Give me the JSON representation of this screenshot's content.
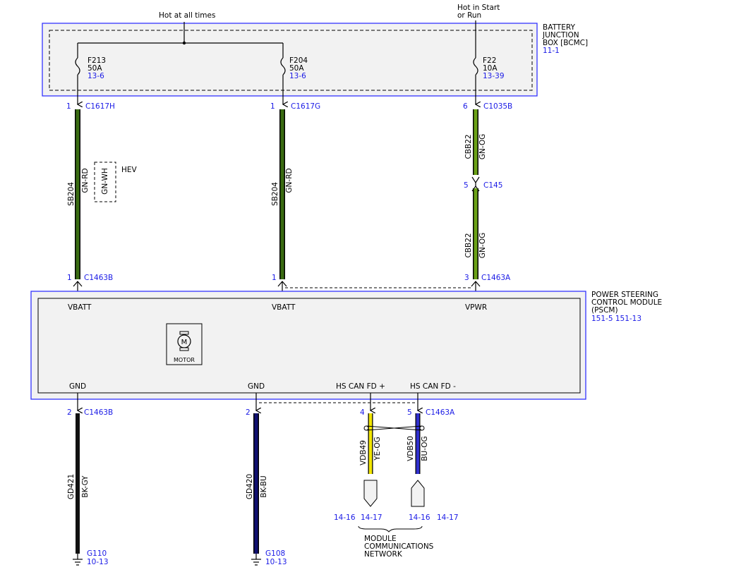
{
  "supply_labels": {
    "hot_at_all_times": "Hot at all times",
    "hot_in_start_line1": "Hot in Start",
    "hot_in_start_line2": "or Run"
  },
  "bjb": {
    "title_lines": [
      "BATTERY",
      "JUNCTION",
      "BOX [BCMC]"
    ],
    "ref": "11-1",
    "fuses": [
      {
        "id": "F213",
        "rating": "50A",
        "ref": "13-6"
      },
      {
        "id": "F204",
        "rating": "50A",
        "ref": "13-6"
      },
      {
        "id": "F22",
        "rating": "10A",
        "ref": "13-39"
      }
    ]
  },
  "connectors": {
    "c1617h": {
      "pin": "1",
      "name": "C1617H"
    },
    "c1617g": {
      "pin": "1",
      "name": "C1617G"
    },
    "c1035b": {
      "pin": "6",
      "name": "C1035B"
    },
    "c145": {
      "pin": "5",
      "name": "C145"
    },
    "c1463b_top": {
      "pin": "1",
      "name": "C1463B"
    },
    "c1463_mid_top": {
      "pin": "1"
    },
    "c1463a_top": {
      "pin": "3",
      "name": "C1463A"
    },
    "c1463b_bottom": {
      "pin": "2",
      "name": "C1463B"
    },
    "c1463_mid_bottom": {
      "pin": "2"
    },
    "c1463a_can_plus": {
      "pin": "4"
    },
    "c1463a_can_minus": {
      "pin": "5",
      "name": "C1463A"
    }
  },
  "wires": {
    "sb204_left": {
      "circuit": "SB204",
      "color": "GN-RD"
    },
    "hev_alt": {
      "color": "GN-WH",
      "note": "HEV"
    },
    "sb204_mid": {
      "circuit": "SB204",
      "color": "GN-RD"
    },
    "cbb22_upper": {
      "circuit": "CBB22",
      "color": "GN-OG"
    },
    "cbb22_lower": {
      "circuit": "CBB22",
      "color": "GN-OG"
    },
    "gd421": {
      "circuit": "GD421",
      "color": "BK-GY"
    },
    "gd420": {
      "circuit": "GD420",
      "color": "BK-BU"
    },
    "vdb49": {
      "circuit": "VDB49",
      "color": "YE-OG"
    },
    "vdb50": {
      "circuit": "VDB50",
      "color": "BU-OG"
    }
  },
  "pscm": {
    "title_lines": [
      "POWER STEERING",
      "CONTROL MODULE",
      "(PSCM)"
    ],
    "refs": "151-5  151-13",
    "pins": {
      "vbatt_left": "VBATT",
      "vbatt_mid": "VBATT",
      "vpwr": "VPWR",
      "gnd_left": "GND",
      "gnd_mid": "GND",
      "hs_can_plus": "HS CAN FD +",
      "hs_can_minus": "HS CAN FD -"
    },
    "motor_label": "MOTOR"
  },
  "grounds": [
    {
      "name": "G110",
      "ref": "10-13"
    },
    {
      "name": "G108",
      "ref": "10-13"
    }
  ],
  "network": {
    "ref_plus_a": "14-16",
    "ref_plus_b": "14-17",
    "ref_minus_a": "14-16",
    "ref_minus_b": "14-17",
    "label_lines": [
      "MODULE",
      "COMMUNICATIONS",
      "NETWORK"
    ]
  },
  "colors": {
    "outline_blue": "#3333ff",
    "ref_blue": "#1a1ae6",
    "green_wire": "#3a6b12",
    "green_orange_wire": "#6aa016",
    "black_wire": "#111111",
    "navy_wire": "#101070",
    "yellow_wire": "#f2e600",
    "blue_wire": "#3030d0",
    "box_fill": "#f2f2f2"
  }
}
